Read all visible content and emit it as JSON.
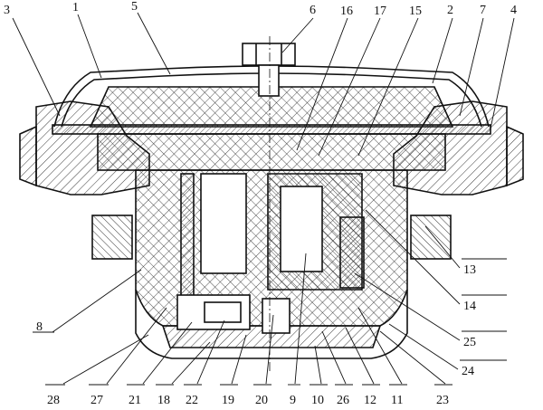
{
  "part_labels": [
    {
      "id": "p3",
      "text": "3"
    },
    {
      "id": "p1",
      "text": "1"
    },
    {
      "id": "p5",
      "text": "5"
    },
    {
      "id": "p6",
      "text": "6"
    },
    {
      "id": "p16",
      "text": "16"
    },
    {
      "id": "p17",
      "text": "17"
    },
    {
      "id": "p15",
      "text": "15"
    },
    {
      "id": "p2",
      "text": "2"
    },
    {
      "id": "p7",
      "text": "7"
    },
    {
      "id": "p4",
      "text": "4"
    },
    {
      "id": "p13",
      "text": "13"
    },
    {
      "id": "p14",
      "text": "14"
    },
    {
      "id": "p25",
      "text": "25"
    },
    {
      "id": "p24",
      "text": "24"
    },
    {
      "id": "p8",
      "text": "8"
    },
    {
      "id": "p28",
      "text": "28"
    },
    {
      "id": "p27",
      "text": "27"
    },
    {
      "id": "p21",
      "text": "21"
    },
    {
      "id": "p18",
      "text": "18"
    },
    {
      "id": "p22",
      "text": "22"
    },
    {
      "id": "p19",
      "text": "19"
    },
    {
      "id": "p20",
      "text": "20"
    },
    {
      "id": "p9",
      "text": "9"
    },
    {
      "id": "p10",
      "text": "10"
    },
    {
      "id": "p26",
      "text": "26"
    },
    {
      "id": "p12",
      "text": "12"
    },
    {
      "id": "p11",
      "text": "11"
    },
    {
      "id": "p23",
      "text": "23"
    }
  ]
}
